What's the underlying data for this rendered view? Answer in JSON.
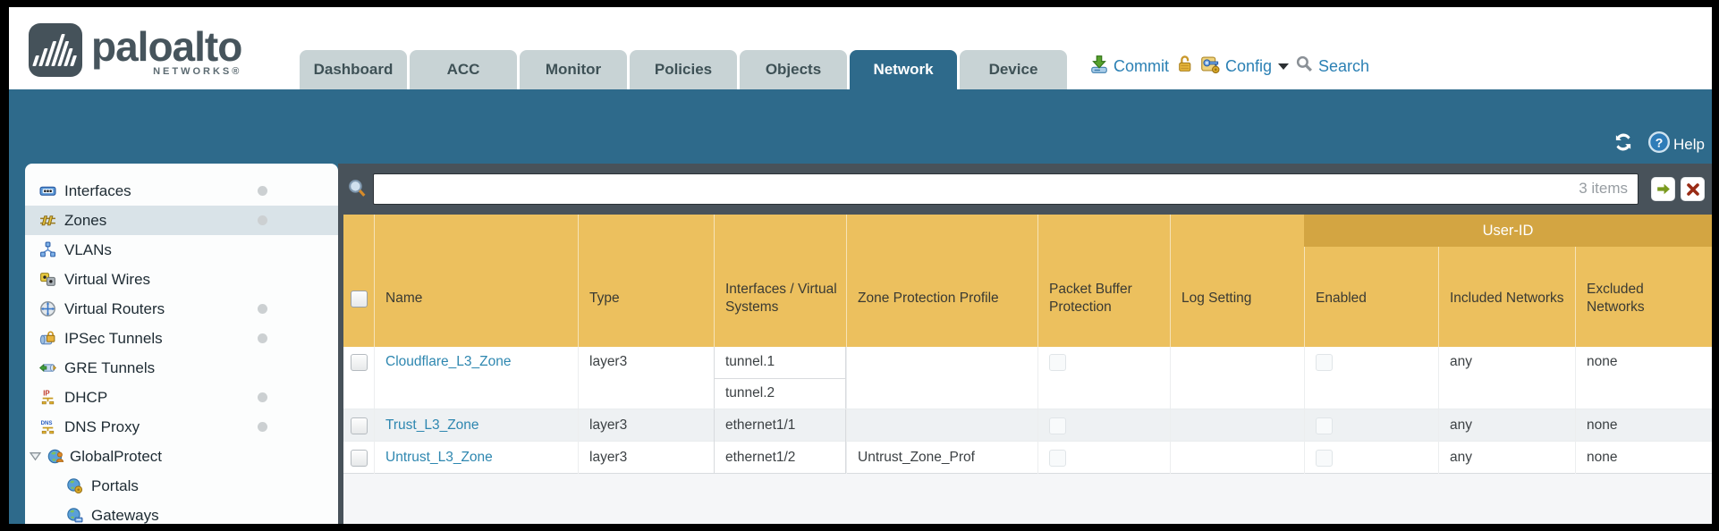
{
  "brand": {
    "wordmark": "paloalto",
    "sub": "NETWORKS®"
  },
  "tabs": [
    {
      "label": "Dashboard",
      "active": false
    },
    {
      "label": "ACC",
      "active": false
    },
    {
      "label": "Monitor",
      "active": false
    },
    {
      "label": "Policies",
      "active": false
    },
    {
      "label": "Objects",
      "active": false
    },
    {
      "label": "Network",
      "active": true
    },
    {
      "label": "Device",
      "active": false
    }
  ],
  "header_actions": {
    "commit_label": "Commit",
    "config_label": "Config",
    "search_label": "Search"
  },
  "band": {
    "help_label": "Help"
  },
  "sidebar": {
    "items": [
      {
        "label": "Interfaces",
        "icon": "interfaces-icon",
        "selected": false,
        "has_dot": true
      },
      {
        "label": "Zones",
        "icon": "zones-icon",
        "selected": true,
        "has_dot": true
      },
      {
        "label": "VLANs",
        "icon": "vlans-icon",
        "selected": false,
        "has_dot": false
      },
      {
        "label": "Virtual Wires",
        "icon": "virtual-wires-icon",
        "selected": false,
        "has_dot": false
      },
      {
        "label": "Virtual Routers",
        "icon": "virtual-routers-icon",
        "selected": false,
        "has_dot": true
      },
      {
        "label": "IPSec Tunnels",
        "icon": "ipsec-tunnels-icon",
        "selected": false,
        "has_dot": true
      },
      {
        "label": "GRE Tunnels",
        "icon": "gre-tunnels-icon",
        "selected": false,
        "has_dot": false
      },
      {
        "label": "DHCP",
        "icon": "dhcp-icon",
        "selected": false,
        "has_dot": true
      },
      {
        "label": "DNS Proxy",
        "icon": "dns-proxy-icon",
        "selected": false,
        "has_dot": true
      },
      {
        "label": "GlobalProtect",
        "icon": "globalprotect-icon",
        "selected": false,
        "has_dot": false,
        "expanded": true
      },
      {
        "label": "Portals",
        "icon": "portals-icon",
        "selected": false,
        "has_dot": false,
        "indent": true
      },
      {
        "label": "Gateways",
        "icon": "gateways-icon",
        "selected": false,
        "has_dot": false,
        "indent": true
      }
    ]
  },
  "filter": {
    "value": "",
    "count_label": "3 items"
  },
  "table": {
    "group_header": "User-ID",
    "columns": [
      "Name",
      "Type",
      "Interfaces / Virtual Systems",
      "Zone Protection Profile",
      "Packet Buffer Protection",
      "Log Setting",
      "Enabled",
      "Included Networks",
      "Excluded Networks"
    ],
    "rows": [
      {
        "name": "Cloudflare_L3_Zone",
        "type": "layer3",
        "interfaces": [
          "tunnel.1",
          "tunnel.2"
        ],
        "zone_protection_profile": "",
        "packet_buffer_protection": false,
        "log_setting": "",
        "enabled": false,
        "included_networks": "any",
        "excluded_networks": "none"
      },
      {
        "name": "Trust_L3_Zone",
        "type": "layer3",
        "interfaces": [
          "ethernet1/1"
        ],
        "zone_protection_profile": "",
        "packet_buffer_protection": false,
        "log_setting": "",
        "enabled": false,
        "included_networks": "any",
        "excluded_networks": "none"
      },
      {
        "name": "Untrust_L3_Zone",
        "type": "layer3",
        "interfaces": [
          "ethernet1/2"
        ],
        "zone_protection_profile": "Untrust_Zone_Prof",
        "packet_buffer_protection": false,
        "log_setting": "",
        "enabled": false,
        "included_networks": "any",
        "excluded_networks": "none"
      }
    ]
  },
  "colors": {
    "teal": "#2e6a8b",
    "amber_header": "#ecc05e",
    "amber_group_band": "#d3a542",
    "dark_strip": "#48525a",
    "link_blue": "#2e87b0",
    "action_blue": "#2b80b4",
    "tab_inactive": "#c8d3d5",
    "selected_row": "#d9e3e8"
  }
}
